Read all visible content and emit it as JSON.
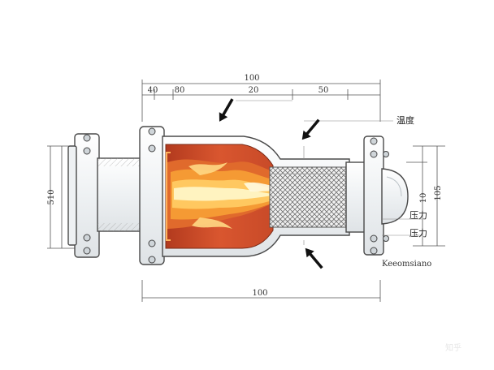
{
  "dimensions": {
    "top_total": "100",
    "top_seg_1": "40",
    "top_seg_2": "80",
    "top_seg_3": "20",
    "top_seg_4": "50",
    "left_height": "510",
    "right_height_1": "10",
    "right_height_2": "105",
    "bottom_total": "100"
  },
  "labels": {
    "temperature": "温度",
    "pressure_1": "压力",
    "pressure_2": "压力",
    "model_text": "Keeomsiano"
  },
  "watermark": "知乎",
  "colors": {
    "flame_outer": "#c8452a",
    "flame_mid": "#f08a2a",
    "flame_core": "#fff3c0",
    "chamber_bg": "#d65a36",
    "metal": "#f4f6f7",
    "mesh": "#6b6b6b",
    "arrow": "#111111"
  }
}
